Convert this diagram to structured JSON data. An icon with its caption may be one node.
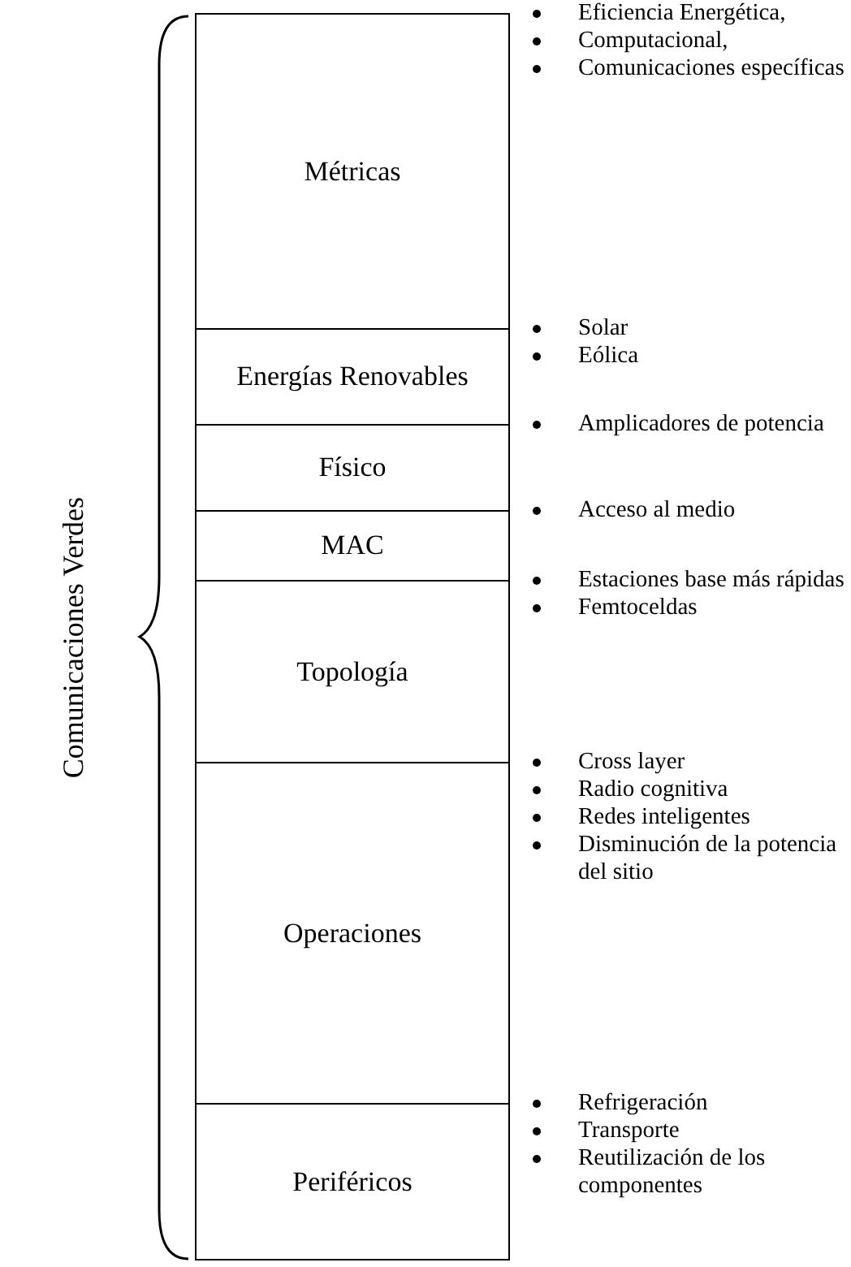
{
  "diagram": {
    "nodes": [
      {
        "text": [
          "Métricas"
        ],
        "beside": [
          "Eficiencia Energética,",
          "Computacional,",
          "Comunicaciones específicas"
        ]
      },
      {
        "text": [
          "Energías Renovables"
        ],
        "beside": [
          "Solar",
          "Eólica"
        ]
      },
      {
        "text": [
          "Físico"
        ],
        "beside": [
          "Amplicadores de potencia"
        ]
      },
      {
        "text": [
          "MAC"
        ],
        "beside": [
          "Acceso al medio"
        ]
      },
      {
        "text": [
          "Topología"
        ],
        "beside": [
          "Estaciones base más rápidas",
          "Femtoceldas"
        ]
      },
      {
        "text": [
          "Operaciones"
        ],
        "beside": [
          "Cross layer",
          "Radio cognitiva",
          "Redes inteligentes",
          "Disminución de la potencia del sitio"
        ]
      },
      {
        "text": [
          "Periféricos"
        ],
        "beside": [
          "Refrigeración",
          "Transporte",
          "Reutilización de los componentes"
        ]
      }
    ],
    "labels": [
      "Comunicaciones Verdes"
    ]
  }
}
